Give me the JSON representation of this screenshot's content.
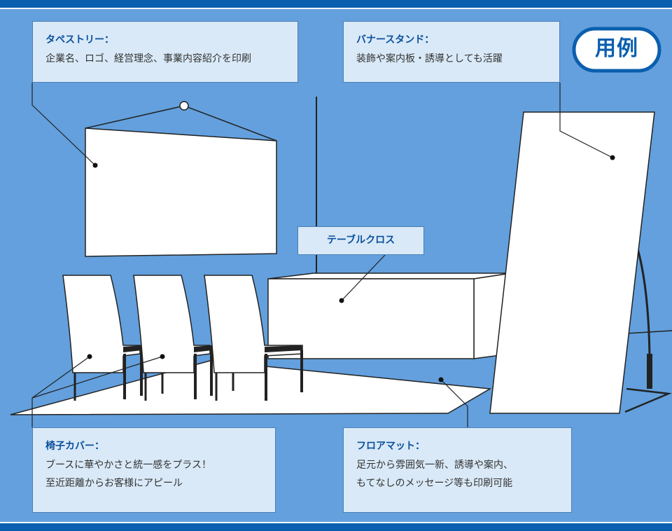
{
  "badge": {
    "label": "用例"
  },
  "callouts": {
    "tapestry": {
      "title": "タペストリー：",
      "lines": [
        "企業名、ロゴ、経営理念、事業内容紹介を印刷"
      ]
    },
    "banner": {
      "title": "バナースタンド：",
      "lines": [
        "装飾や案内板・誘導としても活躍"
      ]
    },
    "tablecloth": {
      "title": "テーブルクロス"
    },
    "chaircover": {
      "title": "椅子カバー：",
      "lines": [
        "ブースに華やかさと統一感をプラス！",
        "至近距離からお客様にアピール"
      ]
    },
    "floormat": {
      "title": "フロアマット：",
      "lines": [
        "足元から雰囲気一新、誘導や案内、",
        "もてなしのメッセージ等も印刷可能"
      ]
    }
  },
  "colors": {
    "background": "#63a0dd",
    "frame": "#0a5fae",
    "panel": "#d9e9f7",
    "title": "#0a4f9c",
    "text": "#333333"
  }
}
